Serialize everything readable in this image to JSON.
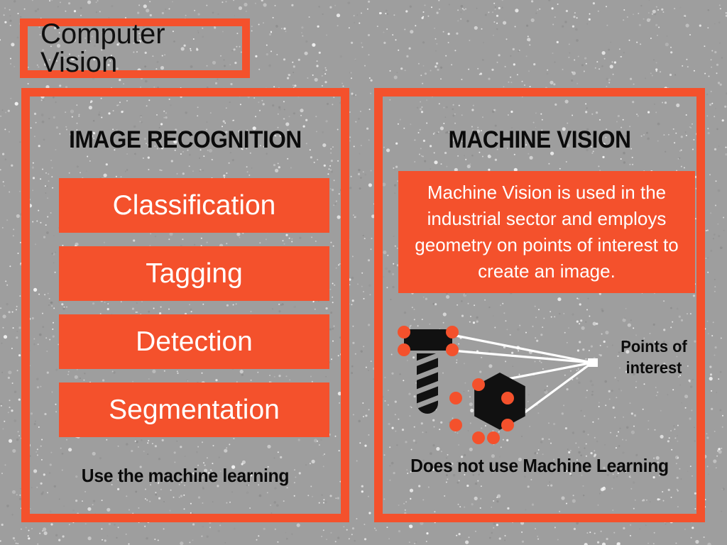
{
  "page": {
    "title": "Computer Vision",
    "background_color": "#9e9e9e",
    "accent_color": "#f4512c",
    "text_dark": "#0b0b0b",
    "text_light": "#ffffff"
  },
  "left_panel": {
    "heading": "IMAGE RECOGNITION",
    "bars": [
      {
        "label": "Classification"
      },
      {
        "label": "Tagging"
      },
      {
        "label": "Detection"
      },
      {
        "label": "Segmentation"
      }
    ],
    "footer": "Use the machine learning"
  },
  "right_panel": {
    "heading": "MACHINE VISION",
    "description": "Machine Vision is used in the industrial sector and employs geometry on points of interest to create an image.",
    "illustration": {
      "caption": "Points of interest",
      "bolt_icon": "bolt-icon",
      "nut_icon": "hex-nut-icon",
      "point_color": "#f4512c",
      "ray_color": "#ffffff",
      "point_count": 11
    },
    "footer": "Does not use Machine Learning"
  }
}
